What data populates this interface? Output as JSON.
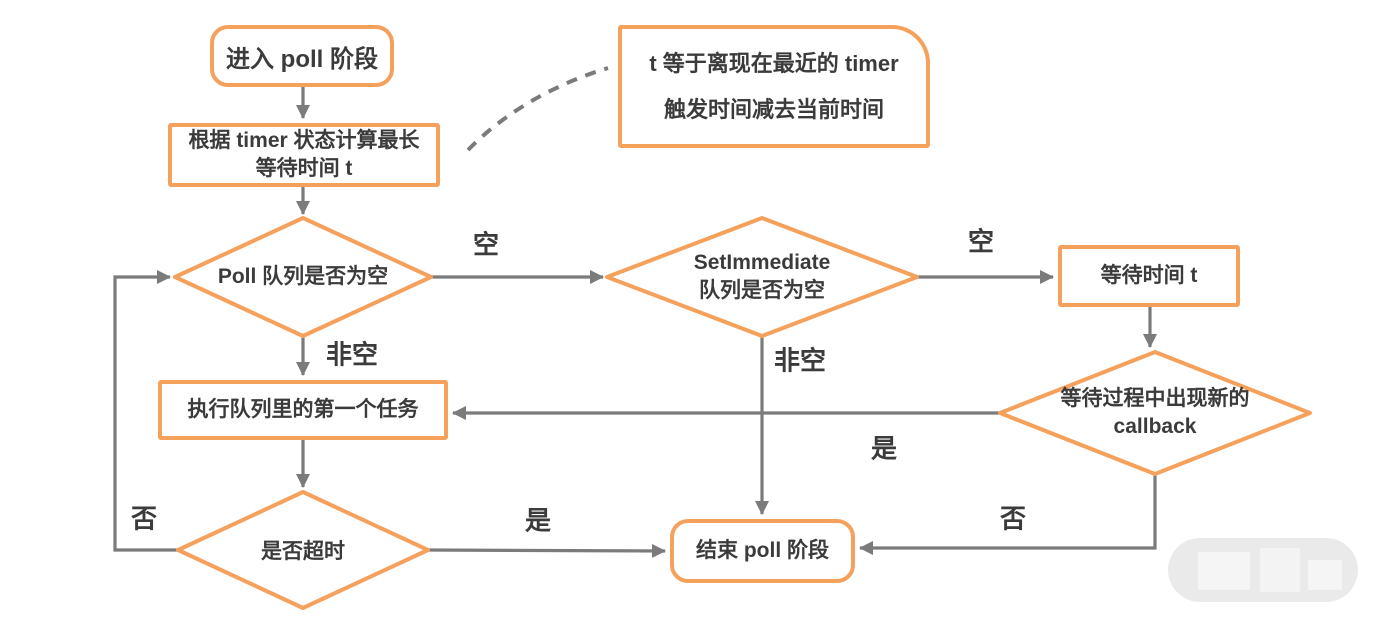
{
  "colors": {
    "node_border": "#f5a15c",
    "edge": "#7b7b7b",
    "text": "#3b3b3b",
    "watermark": "#dadada"
  },
  "nodes": {
    "start": {
      "label": "进入 poll 阶段"
    },
    "calc_wait": {
      "label": "根据 timer 状态计算最长等待时间 t"
    },
    "note": {
      "line1": "t 等于离现在最近的 timer",
      "line2": "触发时间减去当前时间"
    },
    "poll_queue_empty": {
      "label": "Poll 队列是否为空"
    },
    "setimmediate_queue_empty": {
      "line1": "SetImmediate",
      "line2": "队列是否为空"
    },
    "wait_time": {
      "label": "等待时间 t"
    },
    "new_callback": {
      "line1": "等待过程中出现新的",
      "line2": "callback"
    },
    "exec_first_task": {
      "label": "执行队列里的第一个任务"
    },
    "is_timeout": {
      "label": "是否超时"
    },
    "end": {
      "label": "结束 poll 阶段"
    }
  },
  "edge_labels": {
    "poll_empty_yes": "空",
    "poll_empty_no": "非空",
    "setimmediate_empty_yes": "空",
    "setimmediate_empty_no": "非空",
    "callback_yes": "是",
    "callback_no": "否",
    "timeout_yes": "是",
    "timeout_no": "否"
  }
}
